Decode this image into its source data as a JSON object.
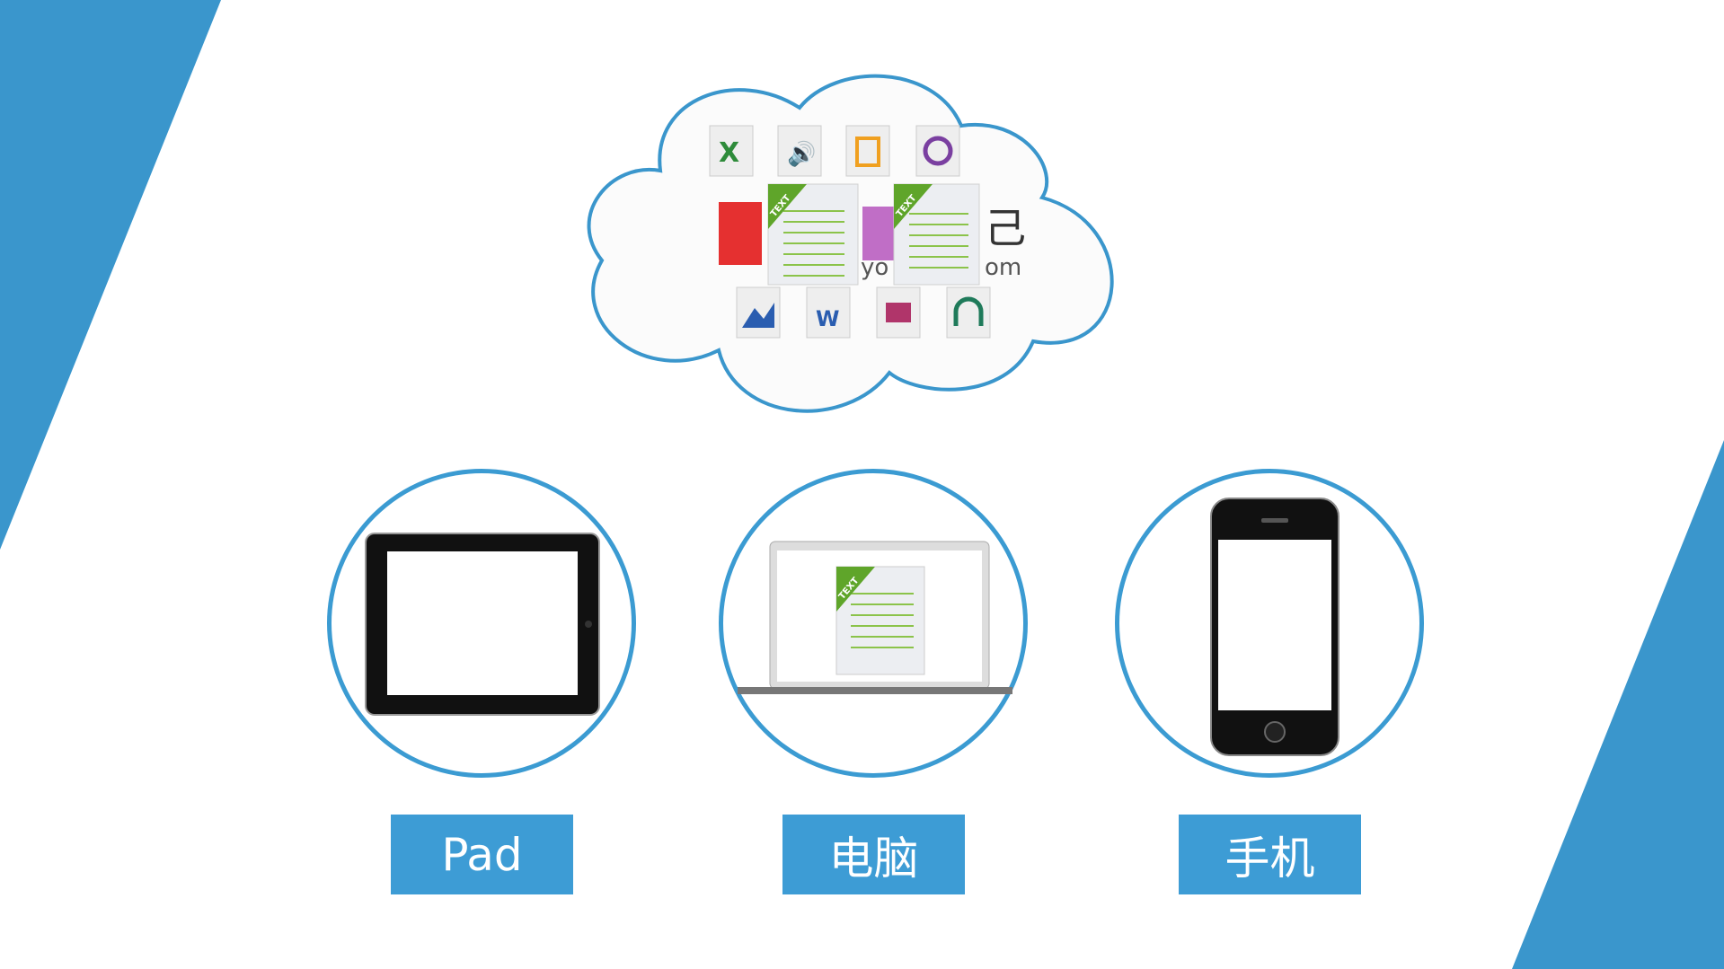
{
  "colors": {
    "accent": "#3a96cc",
    "label_bg": "#3d9cd5",
    "ring": "#3b9bd2"
  },
  "cloud": {
    "file_icons": [
      "xlsx-icon",
      "wma-audio-icon",
      "wmv-video-icon",
      "mpeg-icon",
      "pdf-icon",
      "text-doc-icon",
      "rar-icon",
      "text-doc-icon",
      "bmp-image-icon",
      "word-doc-icon",
      "jpeg-camera-icon",
      "headphones-icon"
    ],
    "text_tag": "TEXT"
  },
  "devices": [
    {
      "label": "Pad",
      "icon": "tablet-icon"
    },
    {
      "label": "电脑",
      "icon": "laptop-icon"
    },
    {
      "label": "手机",
      "icon": "phone-icon"
    }
  ]
}
